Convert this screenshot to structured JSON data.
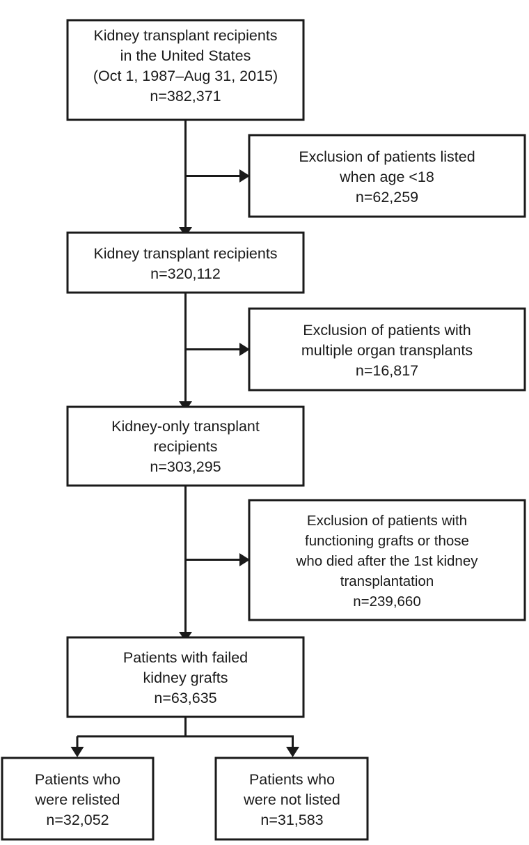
{
  "diagram": {
    "type": "study-flow-chart",
    "title": "Kidney transplant recipient cohort selection flow",
    "colors": {
      "stroke": "#1a1a1a",
      "box_fill": "#ffffff",
      "background": "#ffffff",
      "text": "#1a1a1a"
    },
    "nodes": [
      {
        "id": "cohort-source",
        "role": "primary",
        "lines": [
          "Kidney transplant recipients",
          "in the United States",
          "(Oct 1, 1987–Aug 31, 2015)",
          "n=382,371"
        ],
        "count_label": "n=382,371",
        "count_value": 382371
      },
      {
        "id": "exclusion-age",
        "role": "exclusion",
        "lines": [
          "Exclusion of patients listed",
          "when age <18",
          "n=62,259"
        ],
        "count_label": "n=62,259",
        "count_value": 62259
      },
      {
        "id": "adult-recipients",
        "role": "primary",
        "lines": [
          "Kidney transplant recipients",
          "n=320,112"
        ],
        "count_label": "n=320,112",
        "count_value": 320112
      },
      {
        "id": "exclusion-multiorgan",
        "role": "exclusion",
        "lines": [
          "Exclusion of patients with",
          "multiple organ transplants",
          "n=16,817"
        ],
        "count_label": "n=16,817",
        "count_value": 16817
      },
      {
        "id": "kidney-only-recipients",
        "role": "primary",
        "lines": [
          "Kidney-only transplant",
          "recipients",
          "n=303,295"
        ],
        "count_label": "n=303,295",
        "count_value": 303295
      },
      {
        "id": "exclusion-functioning-or-died",
        "role": "exclusion",
        "lines": [
          "Exclusion of patients with",
          "functioning grafts or those",
          "who died after the 1st kidney",
          "transplantation",
          "n=239,660"
        ],
        "count_label": "n=239,660",
        "count_value": 239660
      },
      {
        "id": "failed-grafts",
        "role": "primary",
        "lines": [
          "Patients with failed",
          "kidney grafts",
          "n=63,635"
        ],
        "count_label": "n=63,635",
        "count_value": 63635
      },
      {
        "id": "relisted",
        "role": "outcome",
        "lines": [
          "Patients who",
          "were relisted",
          "n=32,052"
        ],
        "count_label": "n=32,052",
        "count_value": 32052
      },
      {
        "id": "not-listed",
        "role": "outcome",
        "lines": [
          "Patients who",
          "were not listed",
          "n=31,583"
        ],
        "count_label": "n=31,583",
        "count_value": 31583
      }
    ]
  }
}
